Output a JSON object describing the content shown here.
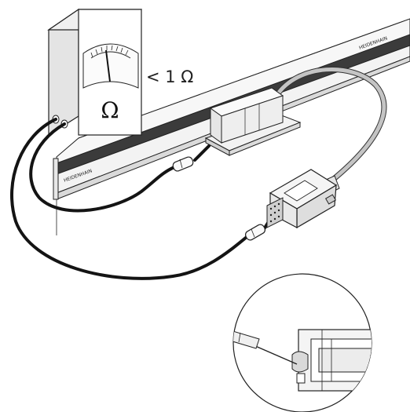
{
  "meter": {
    "symbol": "Ω",
    "reading": "< 1 Ω"
  },
  "scale": {
    "brand_left": "HEIDENHAIN",
    "brand_right": "HEIDENHAIN"
  },
  "icons": {
    "ohmmeter": "ohmmeter-icon",
    "scanning_head": "scanning-head-icon",
    "connector": "sub-d-connector-icon",
    "ferrite": "ferrite-bead-icon",
    "detail": "magnifier-detail-icon"
  },
  "colors": {
    "line": "#222222",
    "scale_dark": "#3b3b3b",
    "cable_gray": "#b8b8b8",
    "cable_black": "#141414",
    "panel": "#f7f7f7"
  }
}
